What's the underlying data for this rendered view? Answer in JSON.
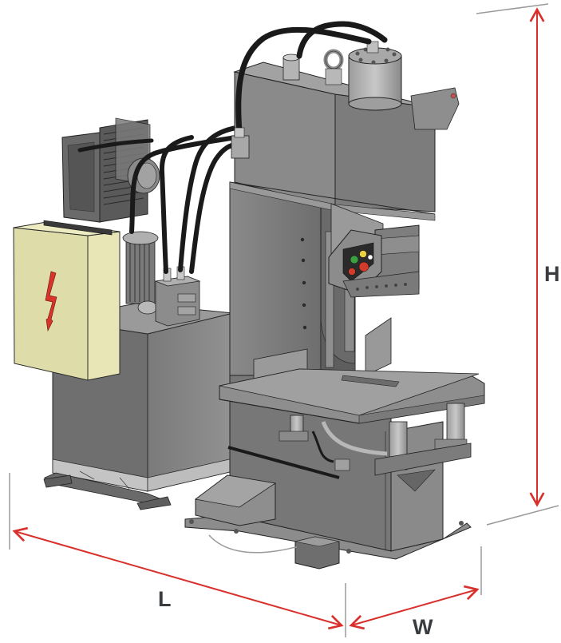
{
  "figure": {
    "subject": "Hydraulic C-frame press with hydraulic power unit and electrical cabinet",
    "view": "isometric CAD render"
  },
  "dimensions": {
    "height_label": "H",
    "length_label": "L",
    "width_label": "W"
  },
  "colors": {
    "dimension_arrow": "#d9302c",
    "extension_line": "#9a9a9a",
    "label_text": "#3a3d40",
    "machine_body": "#7c7c7c",
    "machine_light": "#a6a6a6",
    "machine_dark": "#545454",
    "hose": "#1a1a1a",
    "electrical_cabinet": "#e6e4b0",
    "hazard_symbol": "#d8352a",
    "control_button_red": "#d43a2a",
    "control_button_green": "#3aa040",
    "control_button_yellow": "#e8d040"
  },
  "components": [
    {
      "name": "electrical-cabinet",
      "symbol": "high-voltage-icon"
    },
    {
      "name": "hydraulic-power-unit-tank"
    },
    {
      "name": "oil-cooler"
    },
    {
      "name": "electric-motor"
    },
    {
      "name": "valve-block"
    },
    {
      "name": "press-column"
    },
    {
      "name": "hydraulic-cylinder"
    },
    {
      "name": "control-panel",
      "buttons": [
        "red",
        "green",
        "yellow",
        "red",
        "red"
      ]
    },
    {
      "name": "work-table"
    },
    {
      "name": "guide-columns"
    },
    {
      "name": "foot-pedal"
    },
    {
      "name": "base-plate"
    }
  ]
}
